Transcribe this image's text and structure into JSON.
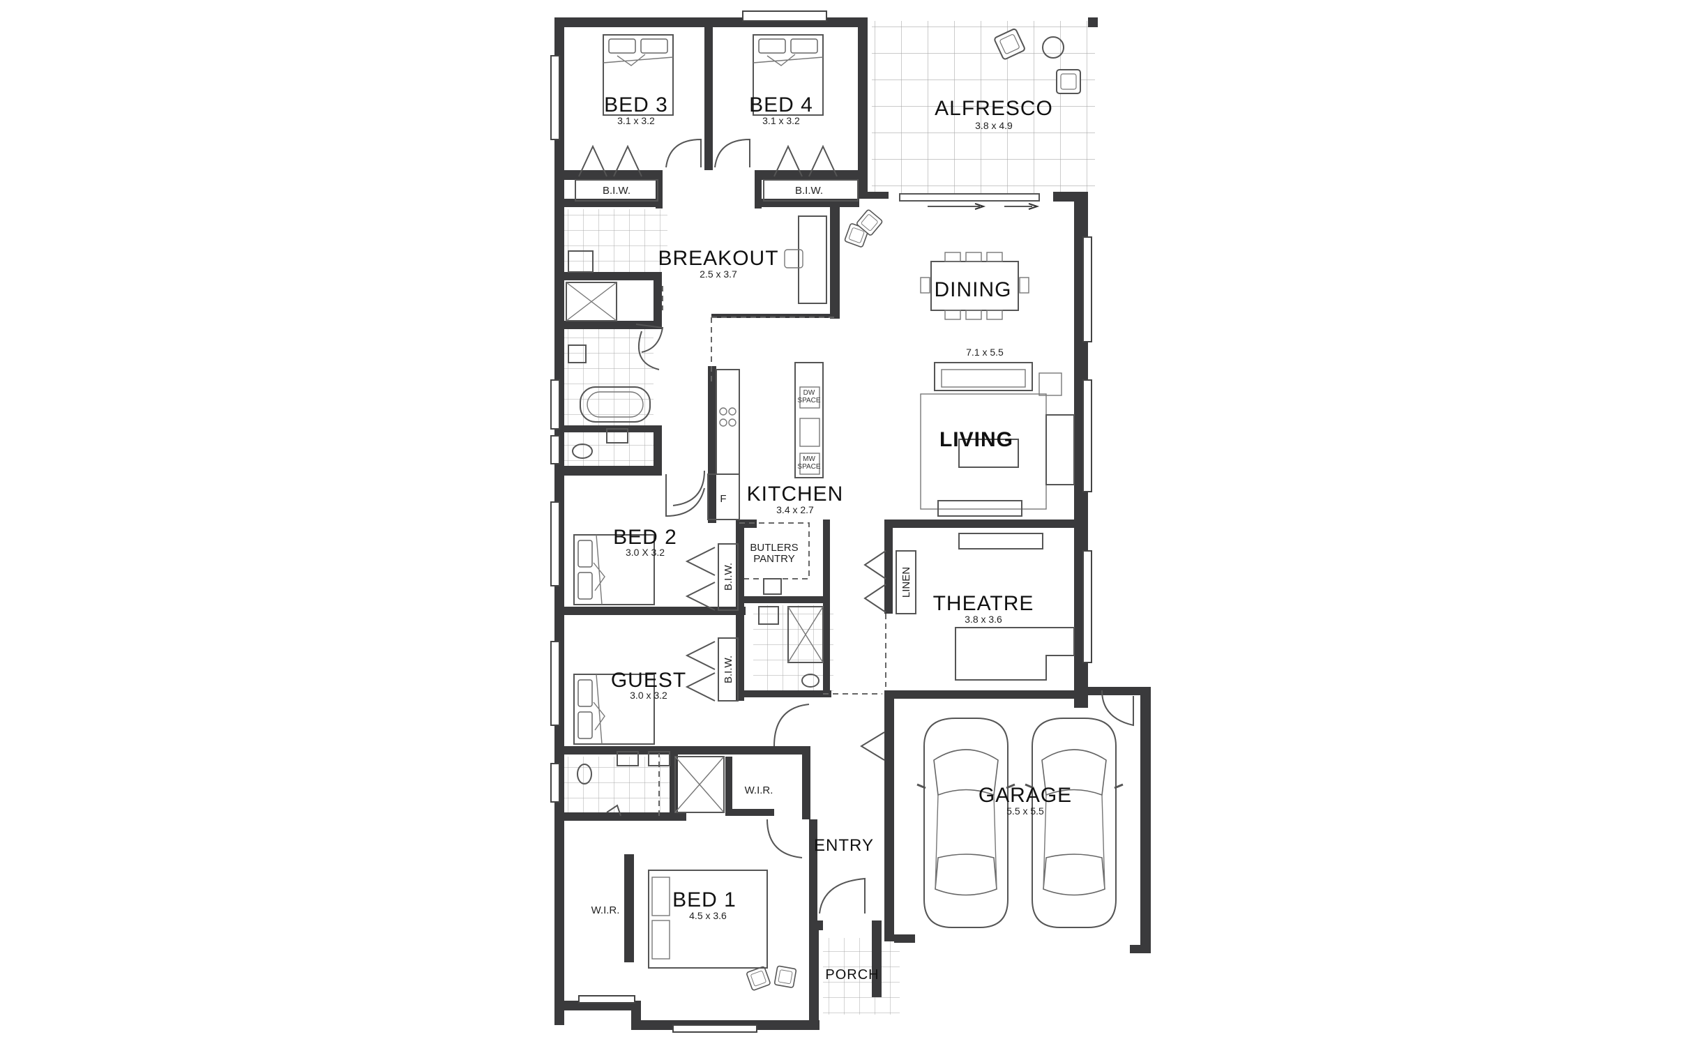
{
  "rooms": {
    "bed3": {
      "name": "BED 3",
      "size": "3.1 x 3.2"
    },
    "bed4": {
      "name": "BED 4",
      "size": "3.1 x 3.2"
    },
    "alfresco": {
      "name": "ALFRESCO",
      "size": "3.8 x 4.9"
    },
    "breakout": {
      "name": "BREAKOUT",
      "size": "2.5 x 3.7"
    },
    "dining": {
      "name": "DINING"
    },
    "living": {
      "name": "LIVING",
      "size": "7.1 x 5.5"
    },
    "kitchen": {
      "name": "KITCHEN",
      "size": "3.4 x 2.7"
    },
    "bed2": {
      "name": "BED 2",
      "size": "3.0 X 3.2"
    },
    "butlers_pantry": {
      "line1": "BUTLERS",
      "line2": "PANTRY"
    },
    "theatre": {
      "name": "THEATRE",
      "size": "3.8 x 3.6"
    },
    "guest": {
      "name": "GUEST",
      "size": "3.0 x 3.2"
    },
    "garage": {
      "name": "GARAGE",
      "size": "5.5 x 5.5"
    },
    "entry": {
      "name": "ENTRY"
    },
    "bed1": {
      "name": "BED 1",
      "size": "4.5 x 3.6"
    },
    "porch": {
      "name": "PORCH"
    }
  },
  "labels": {
    "biw_bed3": "B.I.W.",
    "biw_bed4": "B.I.W.",
    "biw_bed2": "B.I.W.",
    "biw_guest": "B.I.W.",
    "linen": "LINEN",
    "wir_ensuite": "W.I.R.",
    "wir_bed1": "W.I.R.",
    "fridge": "F",
    "dw_space_1": "DW",
    "dw_space_2": "SPACE",
    "mw_space_1": "MW",
    "mw_space_2": "SPACE"
  },
  "icons": [
    "bed-icon",
    "car-icon",
    "sofa-icon",
    "dining-table-icon",
    "bathtub-icon",
    "toilet-icon",
    "shower-icon",
    "sink-icon",
    "cooktop-icon",
    "armchair-icon"
  ],
  "colors": {
    "wall": "#3a3a3c",
    "line": "#555555",
    "background": "#ffffff"
  }
}
